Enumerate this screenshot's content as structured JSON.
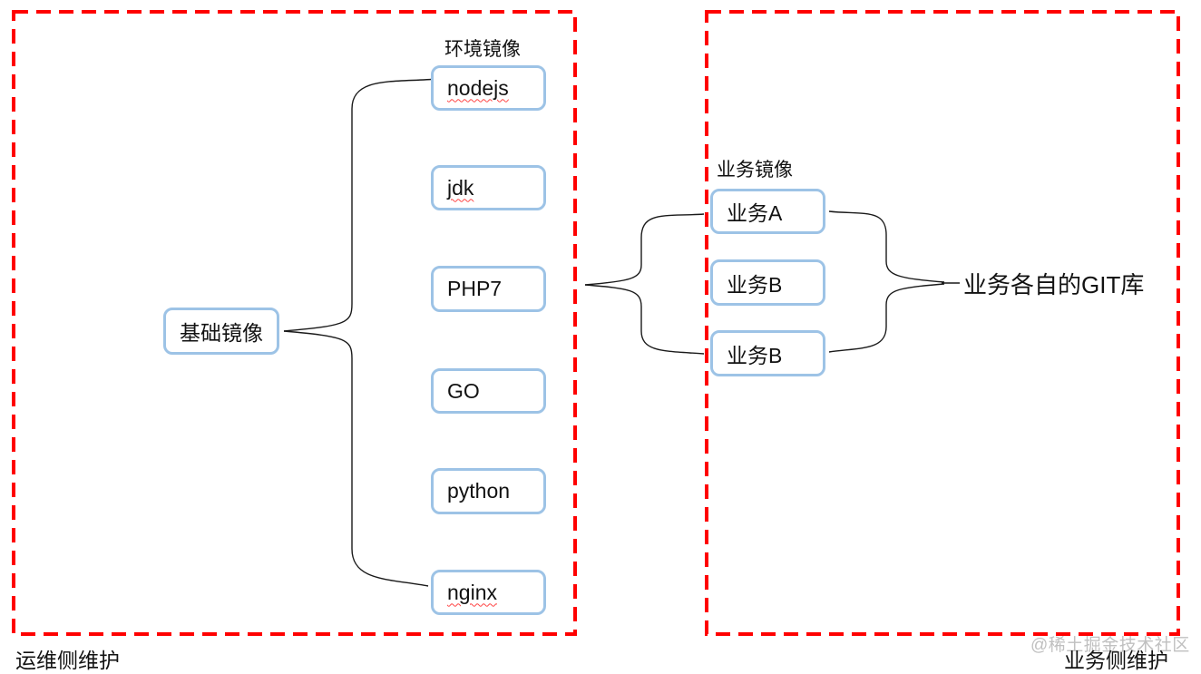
{
  "left_panel": {
    "caption": "运维侧维护",
    "base_box_label": "基础镜像",
    "env_group_label": "环境镜像",
    "env_boxes": [
      {
        "label": "nodejs",
        "spellcheck_underline": true
      },
      {
        "label": "jdk",
        "spellcheck_underline": true
      },
      {
        "label": "PHP7",
        "spellcheck_underline": false
      },
      {
        "label": "GO",
        "spellcheck_underline": false
      },
      {
        "label": "python",
        "spellcheck_underline": false
      },
      {
        "label": "nginx",
        "spellcheck_underline": true
      }
    ]
  },
  "right_panel": {
    "caption": "业务侧维护",
    "group_label": "业务镜像",
    "biz_boxes": [
      {
        "label": "业务A"
      },
      {
        "label": "业务B"
      },
      {
        "label": "业务B"
      }
    ],
    "git_repo_label": "业务各自的GIT库"
  },
  "watermark": "@稀土掘金技术社区",
  "colors": {
    "box_border": "#9DC3E6",
    "panel_border": "#FF0000",
    "connector": "#1a1a1a",
    "watermark_text": "#c0c0c0"
  }
}
